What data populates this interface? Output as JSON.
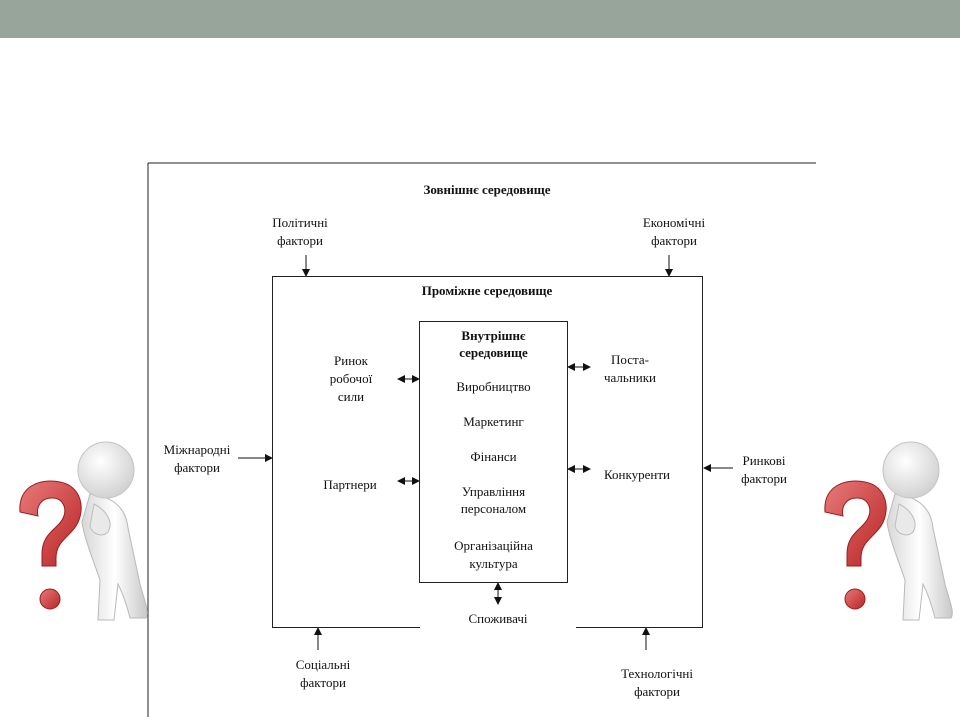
{
  "theme": {
    "top_bar_color": "#97a59b"
  },
  "diagram": {
    "outer_title": "Зовнішнє середовище",
    "middle_title": "Проміжне середовище",
    "inner_title": "Внутрішнє середовище",
    "inner_items": [
      "Виробництво",
      "Маркетинг",
      "Фінанси",
      "Управління персоналом",
      "Організаційна культура"
    ],
    "external_factors": {
      "political": "Політичні фактори",
      "economic": "Економічні фактори",
      "international": "Міжнародні фактори",
      "market": "Ринкові фактори",
      "social": "Соціальні фактори",
      "technological": "Технологічні фактори"
    },
    "intermediate_factors": {
      "labor_market": "Ринок робочої сили",
      "partners": "Партнери",
      "suppliers": "Поста- чальники",
      "competitors": "Конкуренти",
      "consumers": "Споживачі"
    }
  },
  "illustrations": [
    "thinking-person-left-icon",
    "thinking-person-right-icon"
  ]
}
